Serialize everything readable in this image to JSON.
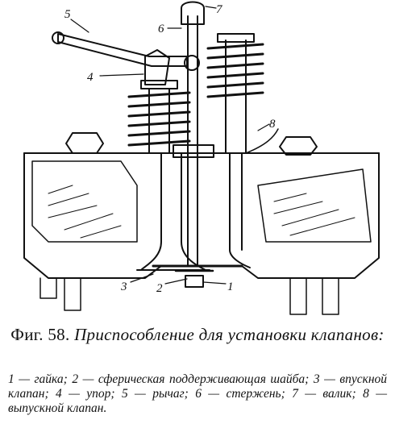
{
  "figure": {
    "callouts": {
      "c1": "1",
      "c2": "2",
      "c3": "3",
      "c4": "4",
      "c5": "5",
      "c6": "6",
      "c7": "7",
      "c8": "8"
    }
  },
  "caption": {
    "number": "Фиг. 58.",
    "title": "Приспособление для установки клапанов:"
  },
  "legend": {
    "items": [
      "1 — гайка;",
      "2 — сферическая поддерживающая шайба;",
      "3 — впускной клапан;",
      "4 — упор;",
      "5 — рычаг;",
      "6 — стержень;",
      "7 — валик;",
      "8 — выпускной клапан."
    ]
  }
}
